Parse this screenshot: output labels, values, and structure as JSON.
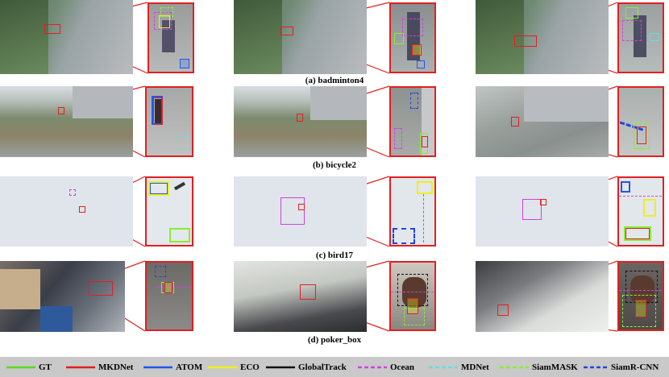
{
  "captions": {
    "a": "(a) badminton4",
    "b": "(b) bicycle2",
    "c": "(c) bird17",
    "d": "(d) poker_box"
  },
  "legend": [
    {
      "label": "GT",
      "color": "#55dd22",
      "style": "solid"
    },
    {
      "label": "MKDNet",
      "color": "#e02020",
      "style": "solid"
    },
    {
      "label": "ATOM",
      "color": "#2255ee",
      "style": "solid"
    },
    {
      "label": "ECO",
      "color": "#eeee22",
      "style": "solid"
    },
    {
      "label": "GlobalTrack",
      "color": "#111111",
      "style": "solid"
    },
    {
      "label": "Ocean",
      "color": "#cc44dd",
      "style": "dashed"
    },
    {
      "label": "MDNet",
      "color": "#66dddd",
      "style": "dashed"
    },
    {
      "label": "SiamMASK",
      "color": "#88ee33",
      "style": "dashed"
    },
    {
      "label": "SiamR-CNN",
      "color": "#2244dd",
      "style": "dashed"
    }
  ]
}
